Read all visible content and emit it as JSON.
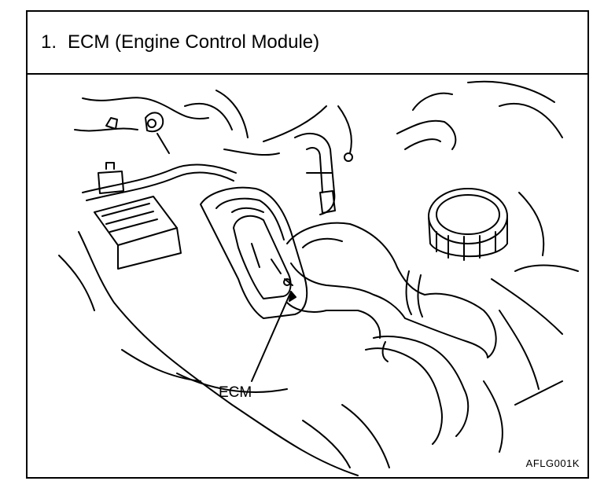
{
  "header": {
    "number": "1.",
    "title": "ECM (Engine Control Module)"
  },
  "figure": {
    "callout_label": "ECM",
    "figure_code": "AFLG001K"
  }
}
